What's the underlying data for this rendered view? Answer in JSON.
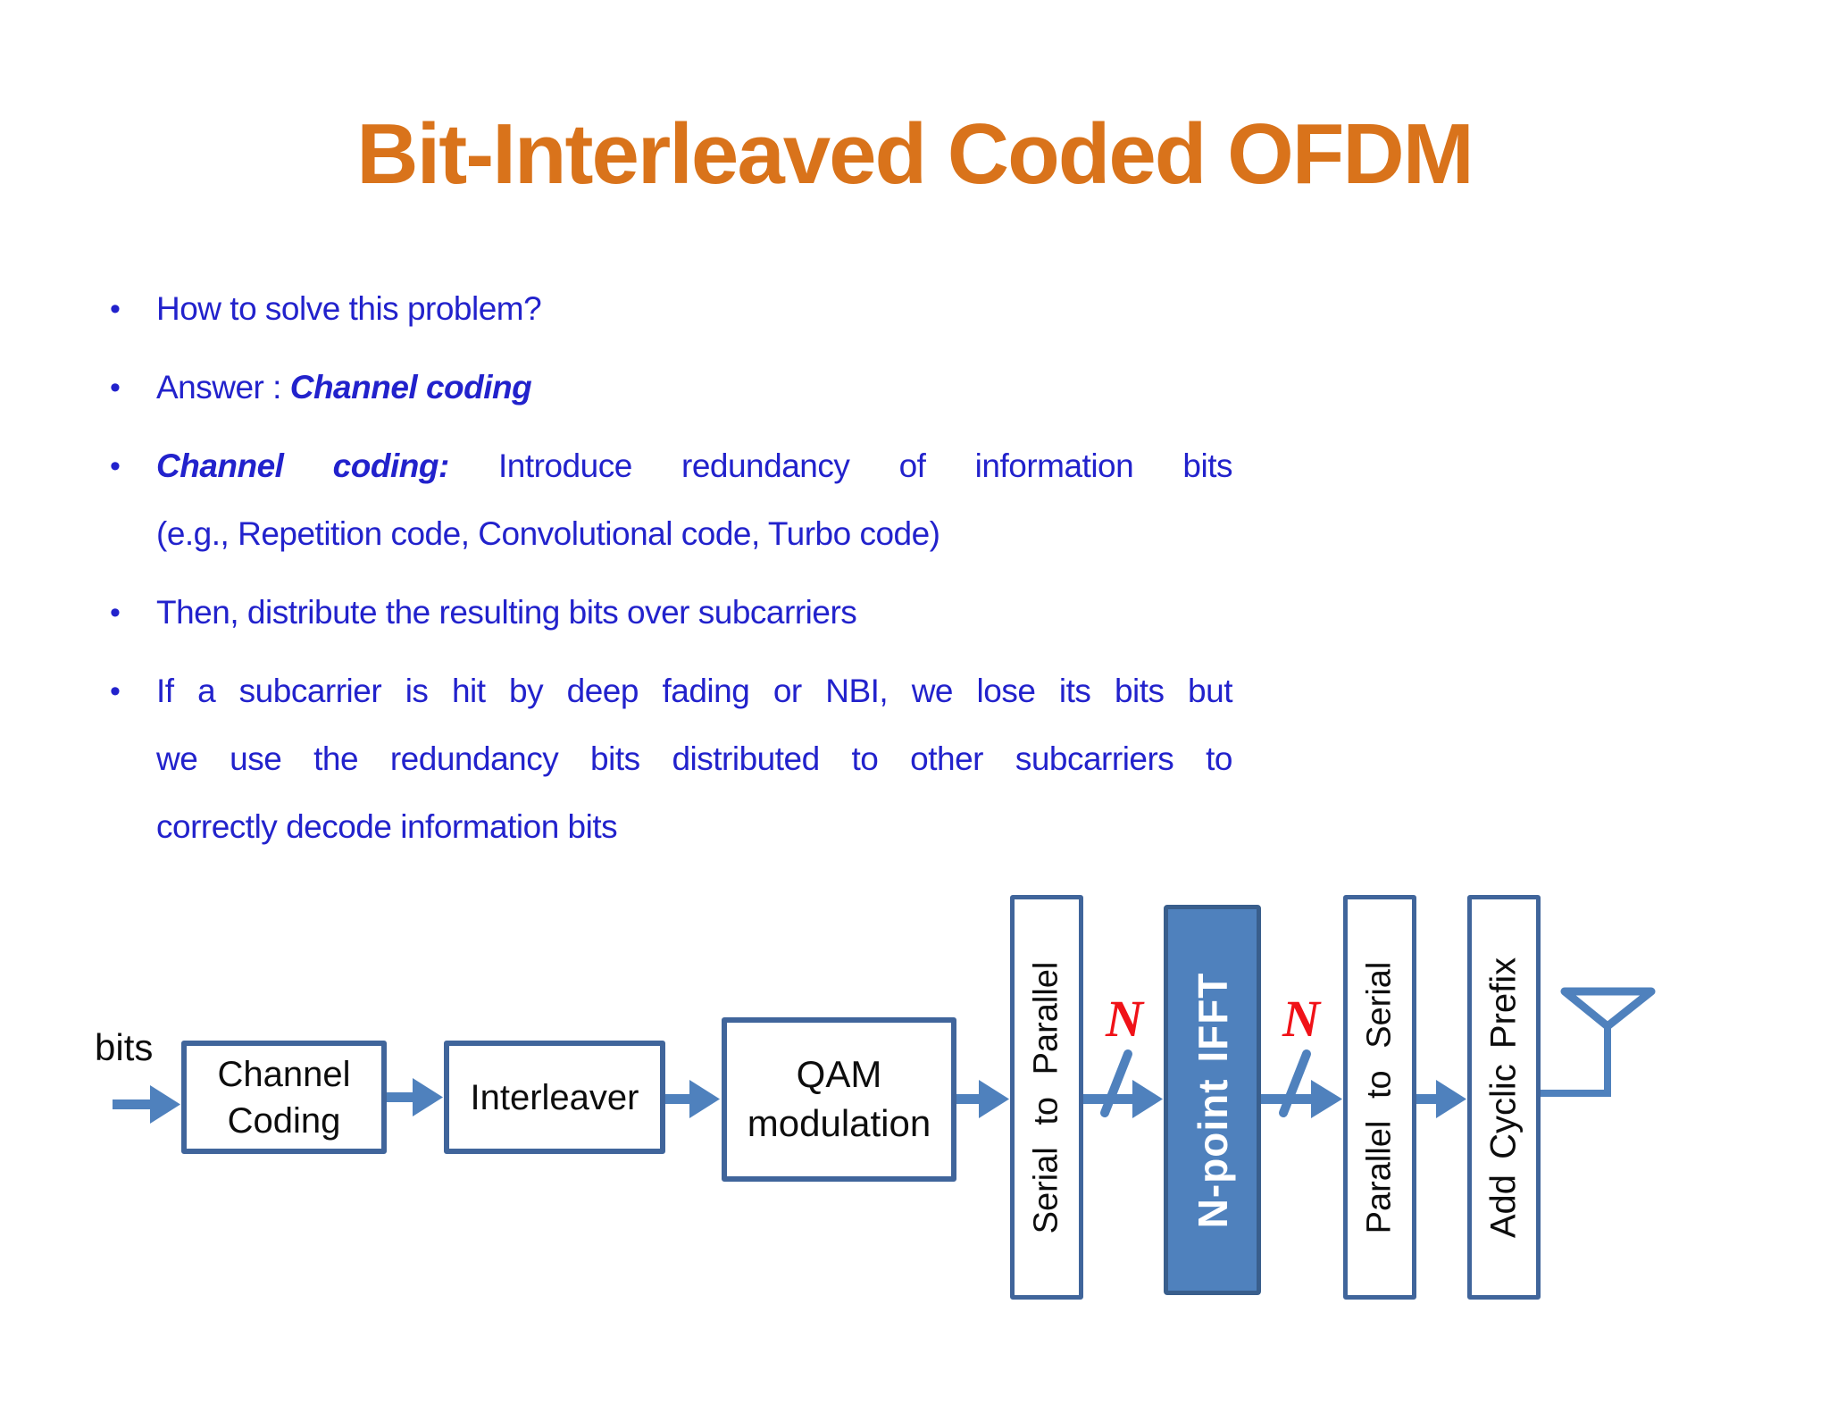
{
  "slide": {
    "title": "Bit-Interleaved Coded OFDM"
  },
  "colors": {
    "title_orange": "#D9731B",
    "body_blue": "#2222CC",
    "accent_steel_blue": "#4F81BD",
    "box_border_blue": "#40659B",
    "ifft_fill": "#4F81BD",
    "bus_label_red": "#F01218",
    "diagram_text": "#0d0d0d"
  },
  "bullets": [
    {
      "lines": [
        {
          "justify": false,
          "runs": [
            {
              "text": "How to solve this problem?",
              "style": "normal"
            }
          ]
        }
      ]
    },
    {
      "lines": [
        {
          "justify": false,
          "runs": [
            {
              "text": "Answer : ",
              "style": "normal"
            },
            {
              "text": "Channel coding",
              "style": "bold-italic"
            }
          ]
        }
      ]
    },
    {
      "lines": [
        {
          "justify": true,
          "runs": [
            {
              "text": "Channel coding: ",
              "style": "bold-italic"
            },
            {
              "text": "Introduce redundancy of information bits",
              "style": "normal"
            }
          ]
        },
        {
          "justify": false,
          "runs": [
            {
              "text": "(e.g., Repetition code, Convolutional code, Turbo code)",
              "style": "normal"
            }
          ]
        }
      ]
    },
    {
      "lines": [
        {
          "justify": false,
          "runs": [
            {
              "text": "Then, distribute the resulting bits over subcarriers",
              "style": "normal"
            }
          ]
        }
      ]
    },
    {
      "lines": [
        {
          "justify": true,
          "runs": [
            {
              "text": "If a subcarrier is hit by deep fading or NBI, we lose its bits but",
              "style": "normal"
            }
          ]
        },
        {
          "justify": true,
          "runs": [
            {
              "text": "we use the redundancy bits distributed to other subcarriers to",
              "style": "normal"
            }
          ]
        },
        {
          "justify": false,
          "runs": [
            {
              "text": "correctly decode information bits",
              "style": "normal"
            }
          ]
        }
      ]
    }
  ],
  "diagram": {
    "input_label": "bits",
    "bus_width_label": "N",
    "blocks": {
      "channel_coding": "Channel\nCoding",
      "interleaver": "Interleaver",
      "qam": "QAM\nmodulation",
      "serial_to_parallel": "Serial to Parallel",
      "ifft": "N-point IFFT",
      "parallel_to_serial": "Parallel to Serial",
      "add_cyclic_prefix": "Add Cyclic Prefix"
    }
  }
}
